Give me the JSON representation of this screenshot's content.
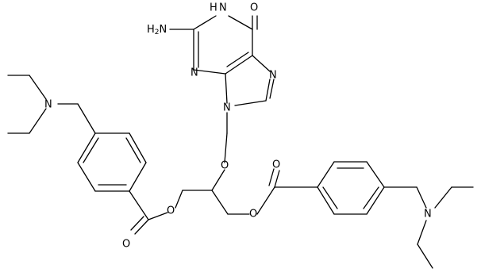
{
  "atom_labels": {
    "amine": "H2N",
    "n1_h": "H",
    "n1": "N",
    "oxo": "O",
    "n3": "N",
    "n7": "N",
    "n9": "N",
    "ether_o": "O",
    "left_ester_o": "O",
    "left_carbonyl_o": "O",
    "right_ester_o": "O",
    "right_carbonyl_o": "O",
    "left_amine_n": "N",
    "right_amine_n": "N"
  }
}
